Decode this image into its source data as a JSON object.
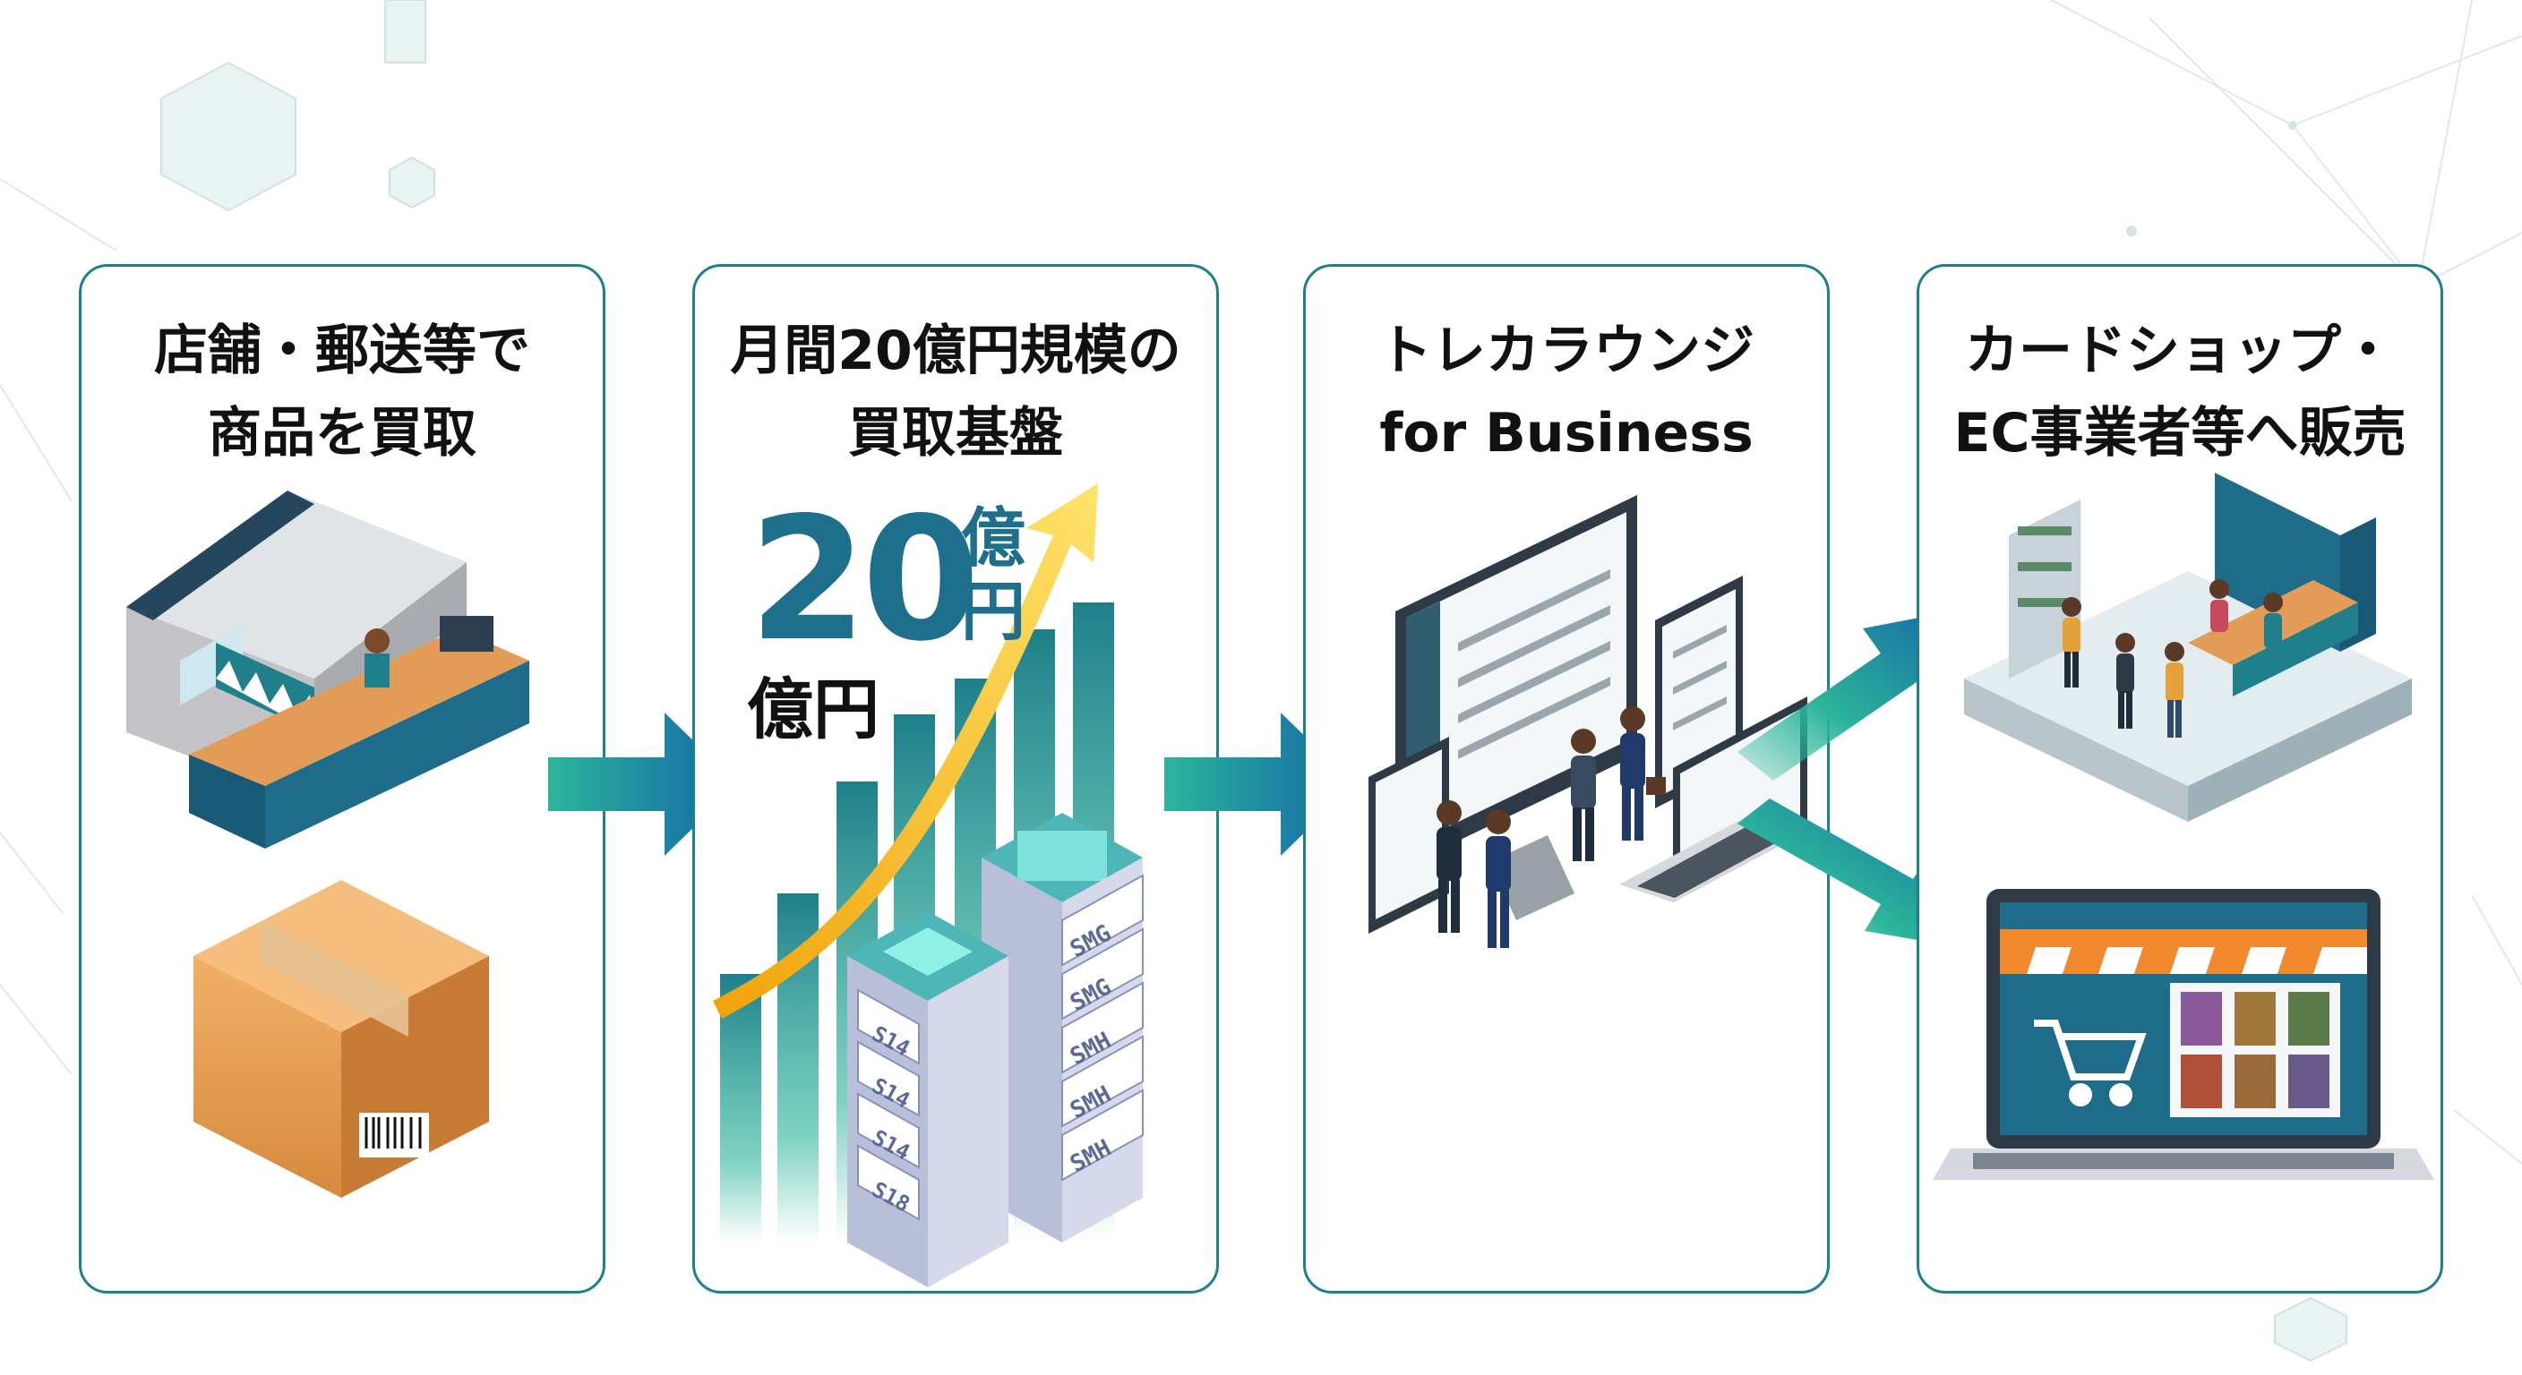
{
  "panels": [
    {
      "title_lines": [
        "店舗・郵送等で",
        "商品を買取"
      ]
    },
    {
      "title_lines": [
        "月間20億円規模の",
        "買取基盤"
      ],
      "big_number": "20",
      "big_unit_chars": [
        "億",
        "円"
      ],
      "small_unit": "億円",
      "rack_labels": [
        "S14",
        "S14",
        "S14",
        "S18",
        "SMG",
        "SMG",
        "SMH",
        "SMH",
        "SMH"
      ]
    },
    {
      "title_lines": [
        "トレカラウンジ",
        "for Business"
      ]
    },
    {
      "title_lines": [
        "カードショップ・",
        "EC事業者等へ販売"
      ]
    }
  ],
  "colors": {
    "panel_border": "#1f7f8a",
    "arrow_start": "#2bb59a",
    "arrow_end": "#1565a8",
    "title_text": "#111111",
    "accent_number": "#1d6f8c"
  },
  "icons": [
    "store-icon",
    "cardboard-box-icon",
    "growth-arrow-icon",
    "server-rack-icon",
    "bar-chart-icon",
    "desktop-monitor-icon",
    "tablet-icon",
    "laptop-icon",
    "business-people-icon",
    "card-shop-icon",
    "shopping-cart-icon",
    "flow-arrow-icon"
  ]
}
